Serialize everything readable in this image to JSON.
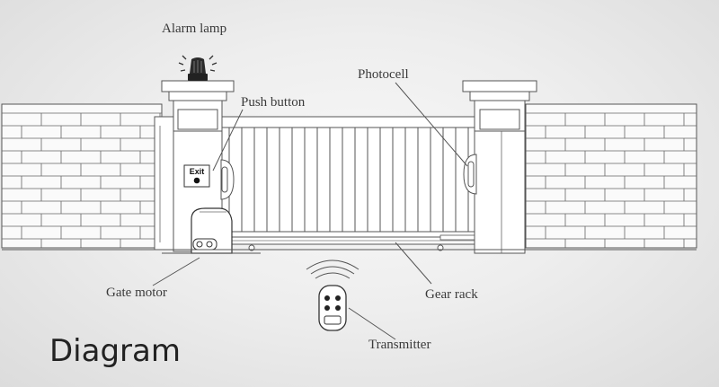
{
  "diagram": {
    "title": "Diagram",
    "labels": {
      "alarm_lamp": "Alarm lamp",
      "push_button": "Push button",
      "photocell": "Photocell",
      "gate_motor": "Gate motor",
      "gear_rack": "Gear rack",
      "transmitter": "Transmitter"
    },
    "exit_button_text": "Exit"
  }
}
